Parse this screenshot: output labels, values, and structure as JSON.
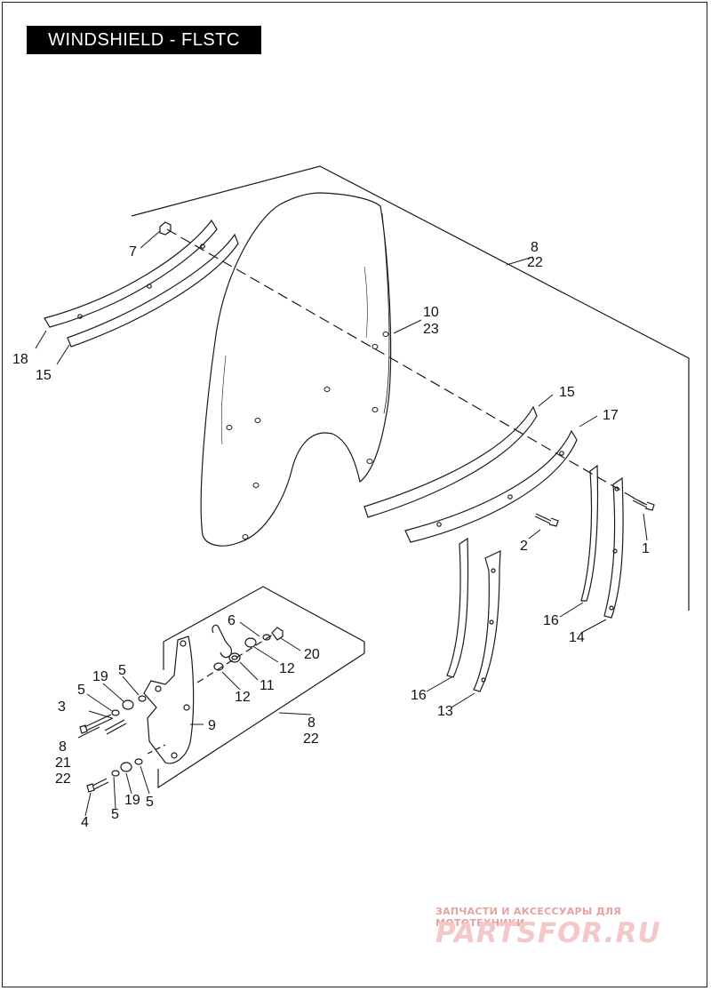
{
  "title": "WINDSHIELD - FLSTC",
  "callouts": {
    "c1": "1",
    "c2": "2",
    "c3": "3",
    "c4": "4",
    "c5a": "5",
    "c5b": "5",
    "c5c": "5",
    "c5d": "5",
    "c6": "6",
    "c7": "7",
    "c8a": "8",
    "c22a": "22",
    "c8b": "8",
    "c22b": "22",
    "c8c": "8",
    "c21c": "21",
    "c22c": "22",
    "c9": "9",
    "c10": "10",
    "c23": "23",
    "c11": "11",
    "c12a": "12",
    "c12b": "12",
    "c13": "13",
    "c14": "14",
    "c15a": "15",
    "c15b": "15",
    "c16a": "16",
    "c16b": "16",
    "c17": "17",
    "c18": "18",
    "c19a": "19",
    "c19b": "19",
    "c20": "20"
  },
  "watermark": {
    "tagline": "ЗАПЧАСТИ И АКСЕССУАРЫ ДЛЯ МОТОТЕХНИКИ",
    "brand": "PARTSFOR.RU"
  },
  "colors": {
    "title_bg": "#000000",
    "line": "#1a1a1a",
    "watermark": "#e58a8a"
  }
}
